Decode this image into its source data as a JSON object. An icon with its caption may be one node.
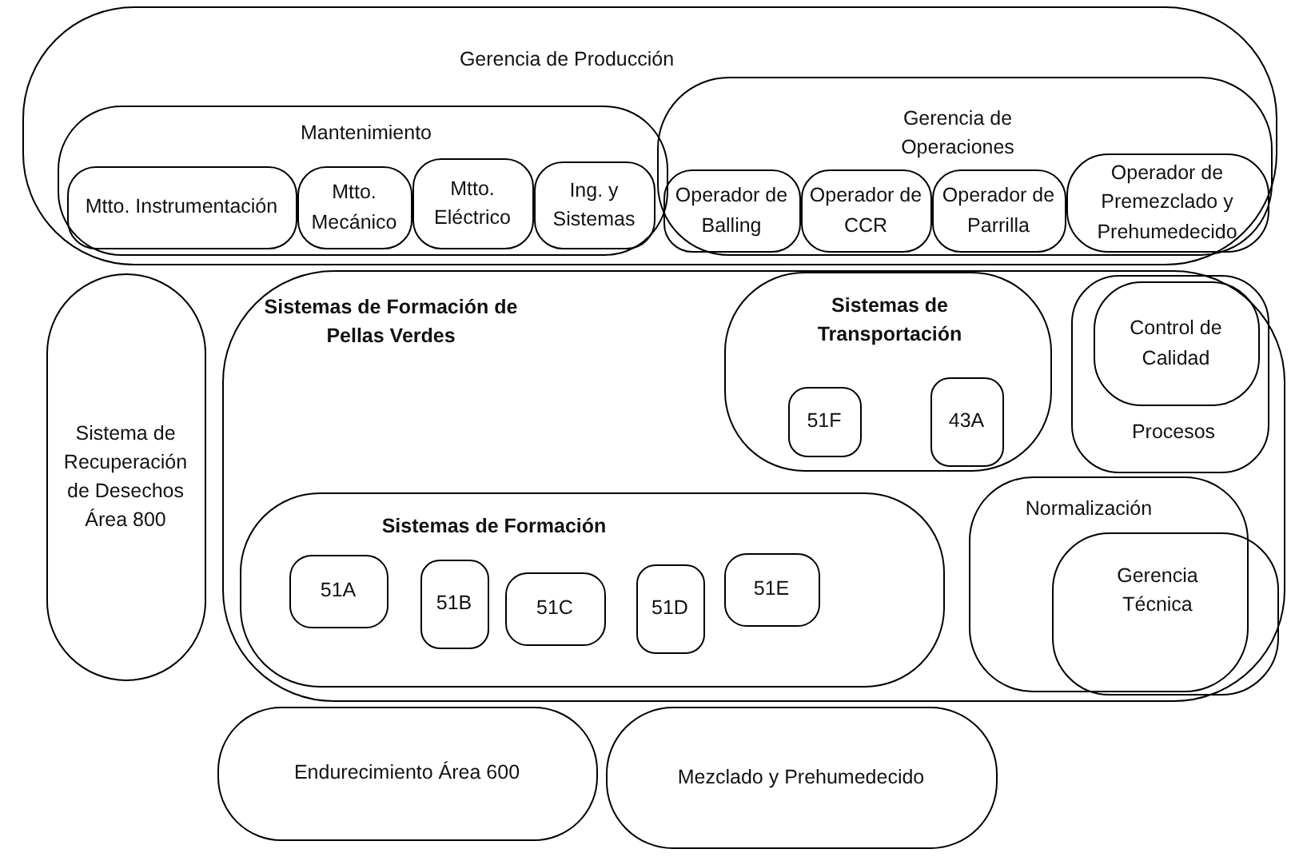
{
  "diagram": {
    "nodes": [
      {
        "text": [
          "Gerencia de Producción"
        ]
      },
      {
        "text": [
          "Mantenimiento"
        ],
        "in": 0
      },
      {
        "text": [
          "Mtto. Instrumentación"
        ],
        "in": 1
      },
      {
        "text": [
          "Mtto. Mecánico"
        ],
        "in": 1
      },
      {
        "text": [
          "Mtto. Eléctrico"
        ],
        "in": 1
      },
      {
        "text": [
          "Ing. y Sistemas"
        ],
        "in": 1
      },
      {
        "text": [
          "Gerencia de Operaciones"
        ],
        "in": 0
      },
      {
        "text": [
          "Operador de Balling"
        ],
        "in": 6
      },
      {
        "text": [
          "Operador de CCR"
        ],
        "in": 6
      },
      {
        "text": [
          "Operador de Parrilla"
        ],
        "in": 6
      },
      {
        "text": [
          "Operador de Premezclado y Prehumedecido"
        ],
        "in": 6
      },
      {
        "text": [
          "Sistemas de Formación de Pellas Verdes"
        ]
      },
      {
        "text": [
          "Sistemas de Transportación"
        ],
        "in": 11
      },
      {
        "text": [
          "51F"
        ],
        "in": 12
      },
      {
        "text": [
          "43A"
        ],
        "in": 12
      },
      {
        "text": [
          "Sistemas de Formación"
        ],
        "in": 11
      },
      {
        "text": [
          "51A"
        ],
        "in": 15
      },
      {
        "text": [
          "51B"
        ],
        "in": 15
      },
      {
        "text": [
          "51C"
        ],
        "in": 15
      },
      {
        "text": [
          "51D"
        ],
        "in": 15
      },
      {
        "text": [
          "51E"
        ],
        "in": 15
      },
      {
        "text": [
          "Procesos"
        ],
        "in": 11
      },
      {
        "text": [
          "Control de Calidad"
        ],
        "in": 21
      },
      {
        "text": [
          "Normalización"
        ],
        "in": 11
      },
      {
        "text": [
          "Gerencia Técnica"
        ],
        "in": 11
      },
      {
        "text": [
          "Sistema de Recuperación de Desechos Área 800"
        ]
      },
      {
        "text": [
          "Endurecimiento Área 600"
        ]
      },
      {
        "text": [
          "Mezclado y Prehumedecido"
        ]
      }
    ]
  }
}
